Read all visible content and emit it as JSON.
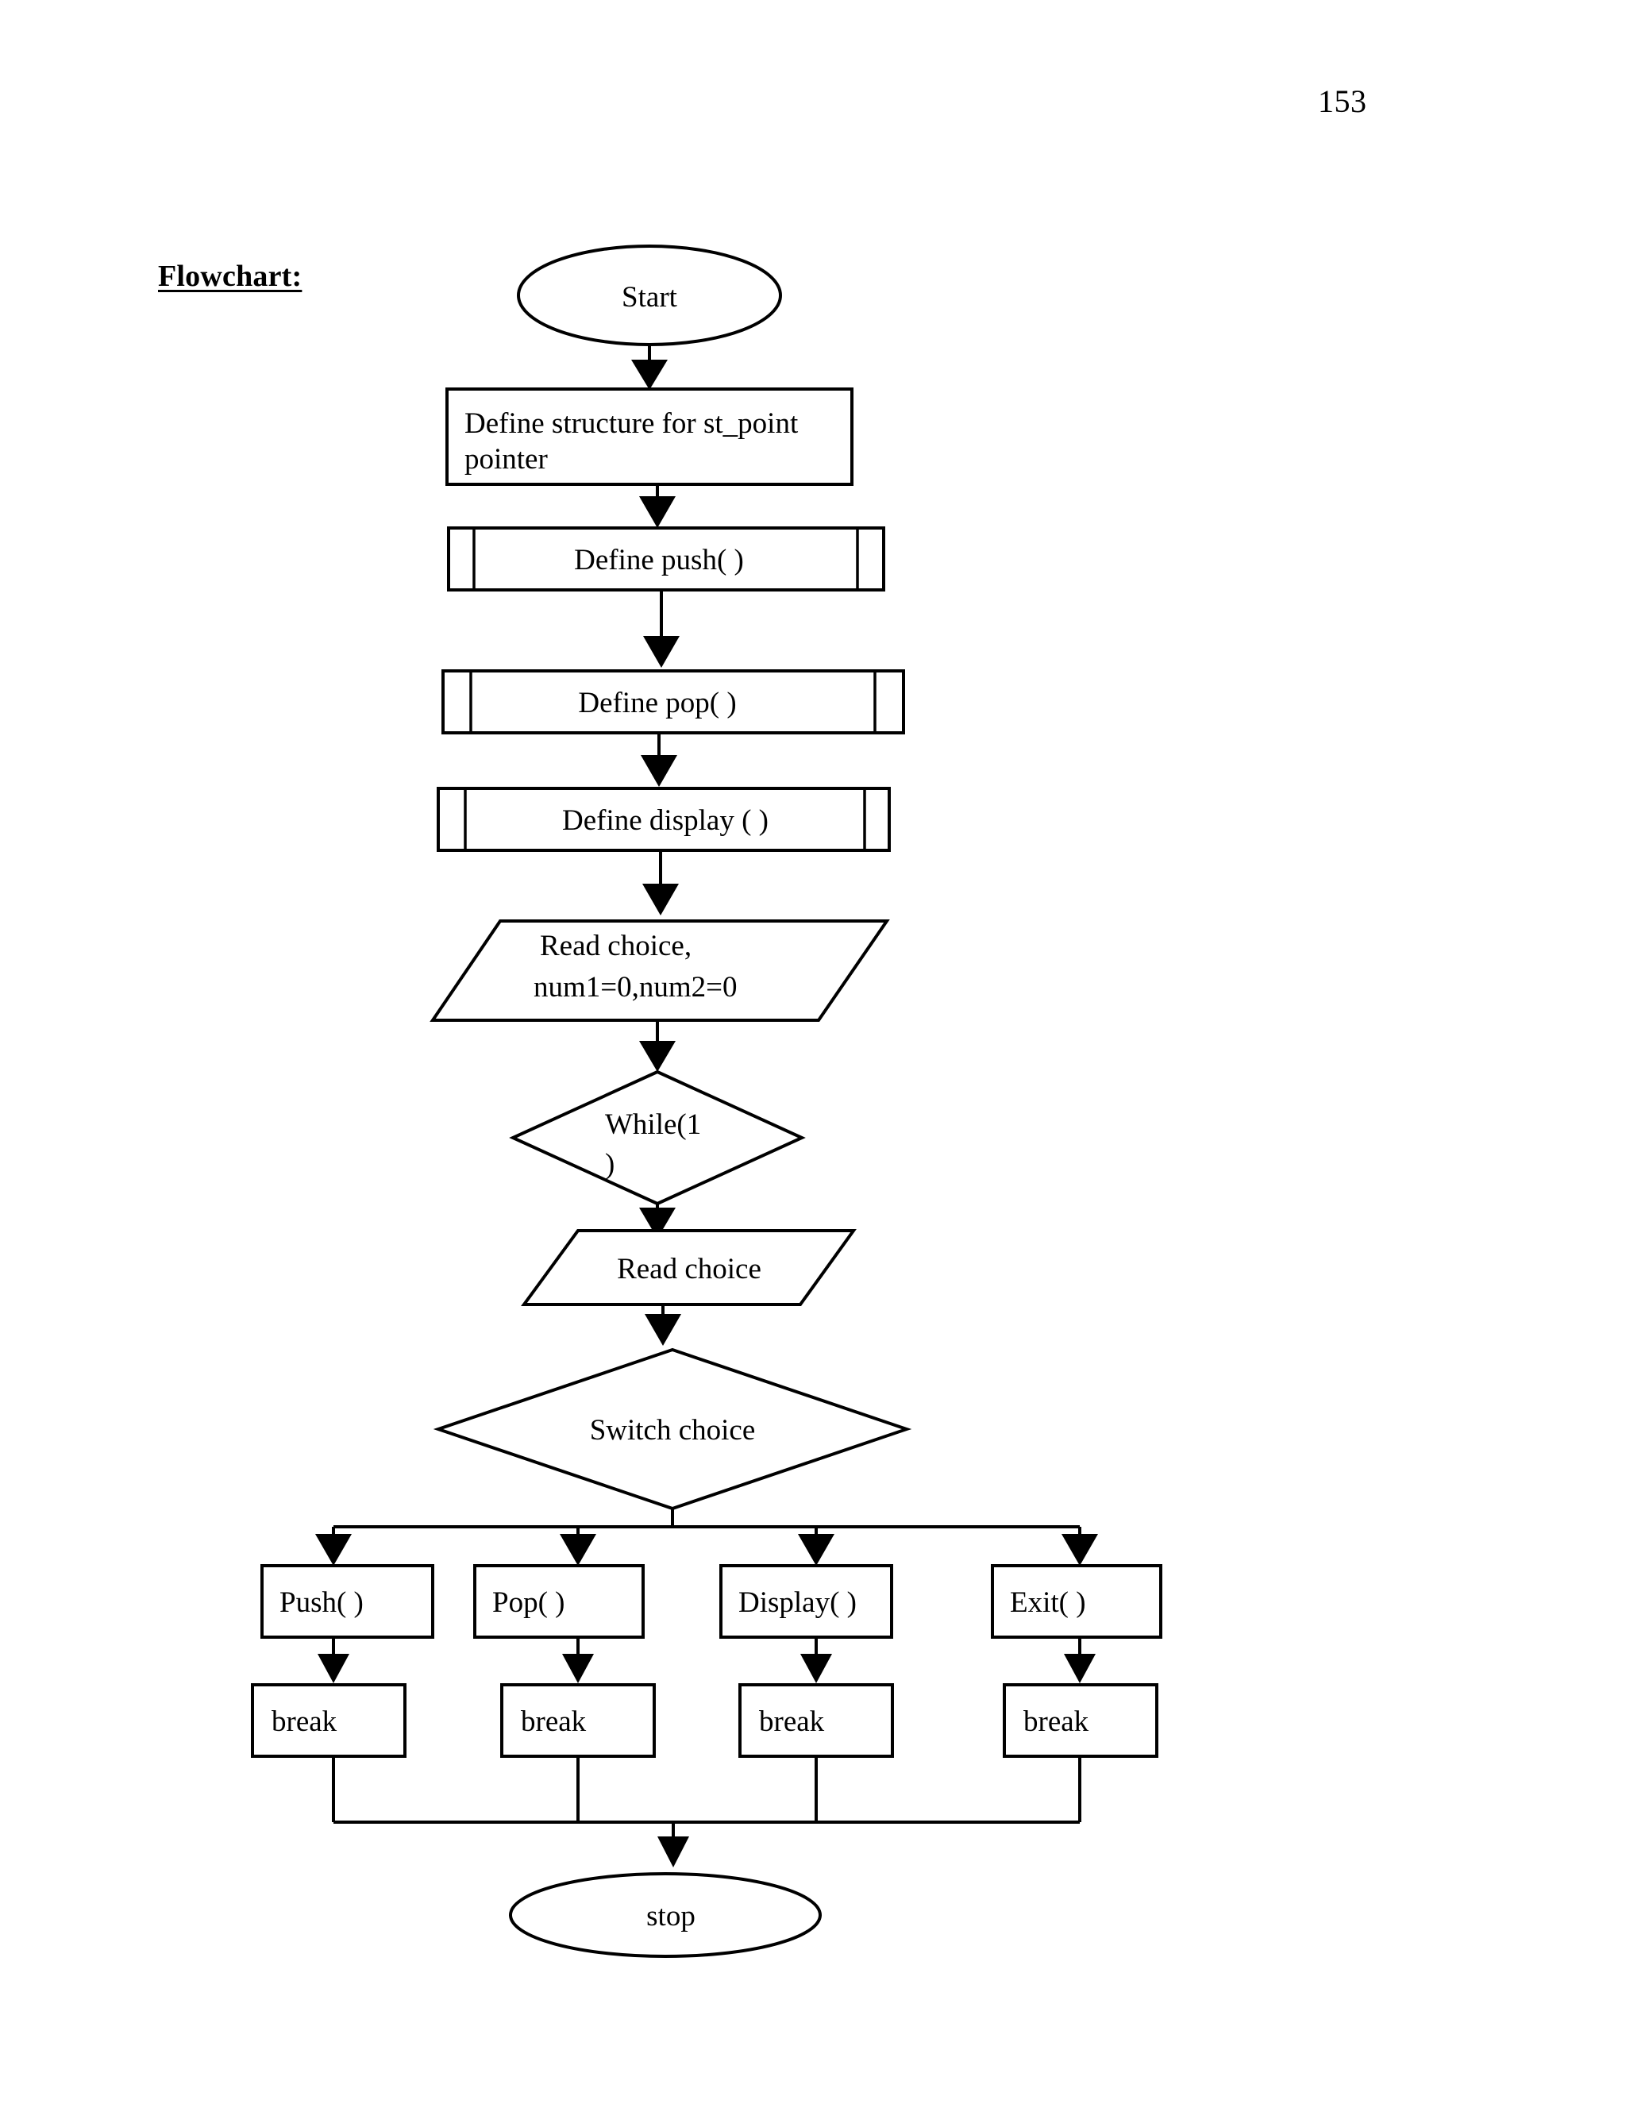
{
  "document": {
    "page_number": "153",
    "section_label": "Flowchart:"
  },
  "chart_data": {
    "type": "diagram",
    "diagram_kind": "flowchart",
    "title": "Flowchart:",
    "orientation": "top-to-bottom",
    "nodes": [
      {
        "id": "start",
        "shape": "terminator",
        "label": "Start",
        "align": "center"
      },
      {
        "id": "define_struct",
        "shape": "process",
        "label_lines": [
          "Define structure for st_point",
          "pointer"
        ],
        "align": "left"
      },
      {
        "id": "define_push",
        "shape": "predefined-process",
        "label": "Define push( )",
        "align": "center"
      },
      {
        "id": "define_pop",
        "shape": "predefined-process",
        "label": "Define pop( )",
        "align": "center"
      },
      {
        "id": "define_display",
        "shape": "predefined-process",
        "label": "Define display ( )",
        "align": "center"
      },
      {
        "id": "read_init",
        "shape": "input-output",
        "label_lines": [
          "Read choice,",
          "num1=0,num2=0"
        ],
        "align": "left"
      },
      {
        "id": "while_cond",
        "shape": "decision",
        "label_lines": [
          "While(1",
          ")"
        ],
        "align": "left"
      },
      {
        "id": "read_choice",
        "shape": "input-output",
        "label": "Read choice",
        "align": "center"
      },
      {
        "id": "switch_choice",
        "shape": "decision",
        "label": "Switch choice",
        "align": "center"
      },
      {
        "id": "case_push",
        "shape": "process",
        "label": "Push( )",
        "align": "left"
      },
      {
        "id": "case_pop",
        "shape": "process",
        "label": "Pop( )",
        "align": "left"
      },
      {
        "id": "case_display",
        "shape": "process",
        "label": "Display( )",
        "align": "left"
      },
      {
        "id": "case_exit",
        "shape": "process",
        "label": "Exit( )",
        "align": "left"
      },
      {
        "id": "break_push",
        "shape": "process",
        "label": "break",
        "align": "left"
      },
      {
        "id": "break_pop",
        "shape": "process",
        "label": "break",
        "align": "left"
      },
      {
        "id": "break_display",
        "shape": "process",
        "label": "break",
        "align": "left"
      },
      {
        "id": "break_exit",
        "shape": "process",
        "label": "break",
        "align": "left"
      },
      {
        "id": "stop",
        "shape": "terminator",
        "label": "stop",
        "align": "center"
      }
    ],
    "edges": [
      {
        "from": "start",
        "to": "define_struct",
        "arrow": true
      },
      {
        "from": "define_struct",
        "to": "define_push",
        "arrow": true
      },
      {
        "from": "define_push",
        "to": "define_pop",
        "arrow": true
      },
      {
        "from": "define_pop",
        "to": "define_display",
        "arrow": true
      },
      {
        "from": "define_display",
        "to": "read_init",
        "arrow": true
      },
      {
        "from": "read_init",
        "to": "while_cond",
        "arrow": true
      },
      {
        "from": "while_cond",
        "to": "read_choice",
        "arrow": true
      },
      {
        "from": "read_choice",
        "to": "switch_choice",
        "arrow": true
      },
      {
        "from": "switch_choice",
        "to": "case_push",
        "arrow": true
      },
      {
        "from": "switch_choice",
        "to": "case_pop",
        "arrow": true
      },
      {
        "from": "switch_choice",
        "to": "case_display",
        "arrow": true
      },
      {
        "from": "switch_choice",
        "to": "case_exit",
        "arrow": true
      },
      {
        "from": "case_push",
        "to": "break_push",
        "arrow": true
      },
      {
        "from": "case_pop",
        "to": "break_pop",
        "arrow": true
      },
      {
        "from": "case_display",
        "to": "break_display",
        "arrow": true
      },
      {
        "from": "case_exit",
        "to": "break_exit",
        "arrow": true
      },
      {
        "from": "break_push",
        "to": "stop",
        "arrow": true
      },
      {
        "from": "break_pop",
        "to": "stop",
        "arrow": true
      },
      {
        "from": "break_display",
        "to": "stop",
        "arrow": true
      },
      {
        "from": "break_exit",
        "to": "stop",
        "arrow": true
      }
    ],
    "colors": {
      "stroke": "#000000",
      "fill": "#ffffff",
      "text": "#000000",
      "background": "#ffffff"
    }
  },
  "labels": {
    "start": "Start",
    "define_struct_line1": "Define structure for st_point",
    "define_struct_line2": "pointer",
    "define_push": "Define push( )",
    "define_pop": "Define pop( )",
    "define_display": "Define display ( )",
    "read_init_line1": "Read choice,",
    "read_init_line2": "num1=0,num2=0",
    "while_line1": "While(1",
    "while_line2": ")",
    "read_choice": "Read choice",
    "switch_choice": "Switch choice",
    "case_push": "Push( )",
    "case_pop": "Pop( )",
    "case_display": "Display( )",
    "case_exit": "Exit( )",
    "break_1": "break",
    "break_2": "break",
    "break_3": "break",
    "break_4": "break",
    "stop": "stop"
  }
}
